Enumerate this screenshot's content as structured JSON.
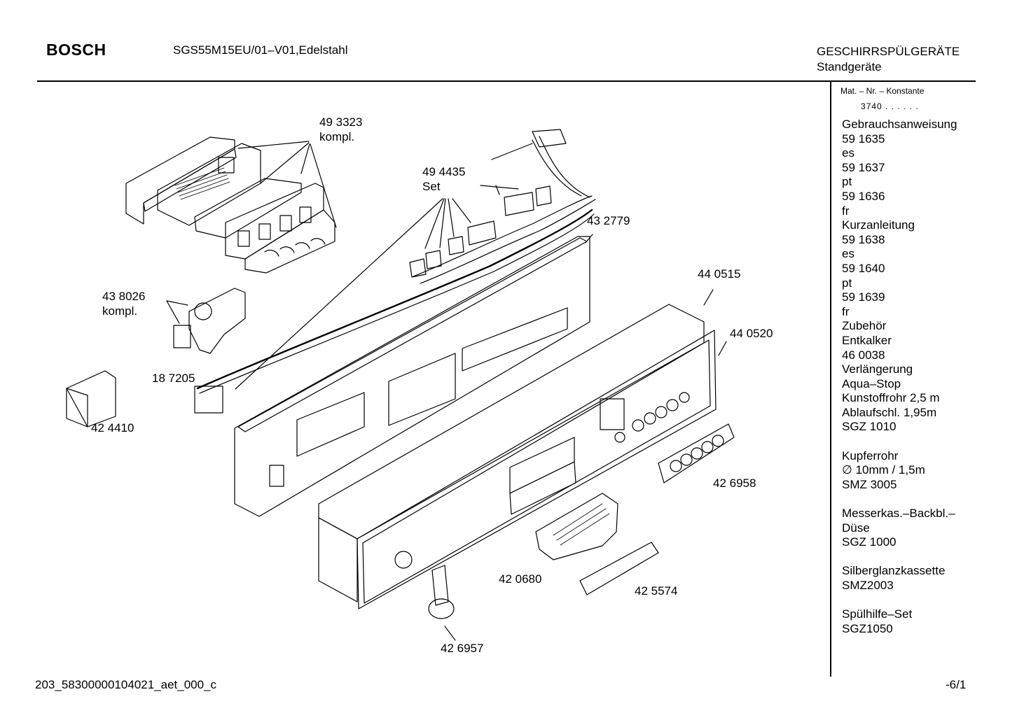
{
  "header": {
    "brand": "BOSCH",
    "model": "SGS55M15EU/01–V01,Edelstahl",
    "category_line1": "GESCHIRRSPÜLGERÄTE",
    "category_line2": "Standgeräte"
  },
  "sidebar": {
    "mat_label": "Mat. – Nr. – Konstante",
    "mat_value": "3740 .  .  .  .  .  .",
    "lines": [
      "Gebrauchsanweisung",
      "59 1635",
      "es",
      "59 1637",
      "pt",
      "59 1636",
      "fr",
      "Kurzanleitung",
      "59 1638",
      "es",
      "59 1640",
      "pt",
      "59 1639",
      "fr",
      "Zubehör",
      "Entkalker",
      "46 0038",
      "Verlängerung",
      "Aqua–Stop",
      "Kunstoffrohr 2,5 m",
      "Ablaufschl. 1,95m",
      "SGZ 1010",
      "",
      "Kupferrohr",
      "∅ 10mm / 1,5m",
      "SMZ 3005",
      "",
      "Messerkas.–Backbl.–",
      "Düse",
      "SGZ 1000",
      "",
      "Silberglanzkassette",
      "SMZ2003",
      "",
      "Spülhilfe–Set",
      "SGZ1050"
    ]
  },
  "parts": {
    "p493323": "49 3323",
    "p493323_note": "kompl.",
    "p494435": "49 4435",
    "p494435_note": "Set",
    "p432779": "43 2779",
    "p438026": "43 8026",
    "p438026_note": "kompl.",
    "p440515": "44 0515",
    "p440520": "44 0520",
    "p187205": "18 7205",
    "p424410": "42 4410",
    "p426958": "42 6958",
    "p420680": "42 0680",
    "p425574": "42 5574",
    "p426957": "42 6957"
  },
  "footer": {
    "doc_id": "203_58300000104021_aet_000_c",
    "page": "-6/1"
  }
}
